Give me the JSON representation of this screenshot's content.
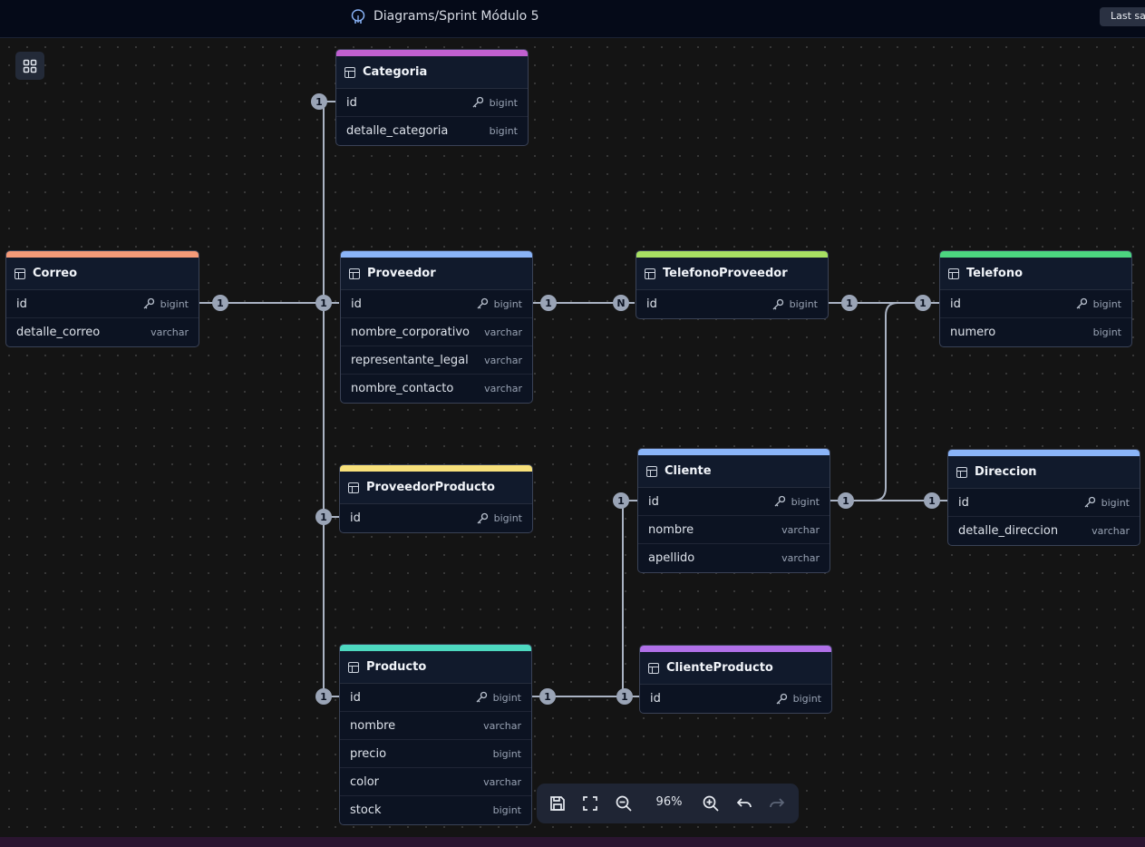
{
  "header": {
    "title": "Diagrams/Sprint Módulo 5",
    "last_saved": "Last saved"
  },
  "toolbar": {
    "zoom": "96%"
  },
  "tables": {
    "categoria": {
      "name": "Categoria",
      "color": "#c060d0",
      "fields": [
        {
          "name": "id",
          "type": "bigint",
          "key": true
        },
        {
          "name": "detalle_categoria",
          "type": "bigint",
          "key": false
        }
      ]
    },
    "correo": {
      "name": "Correo",
      "color": "#f49a78",
      "fields": [
        {
          "name": "id",
          "type": "bigint",
          "key": true
        },
        {
          "name": "detalle_correo",
          "type": "varchar",
          "key": false
        }
      ]
    },
    "proveedor": {
      "name": "Proveedor",
      "color": "#8ab4f8",
      "fields": [
        {
          "name": "id",
          "type": "bigint",
          "key": true
        },
        {
          "name": "nombre_corporativo",
          "type": "varchar",
          "key": false
        },
        {
          "name": "representante_legal",
          "type": "varchar",
          "key": false
        },
        {
          "name": "nombre_contacto",
          "type": "varchar",
          "key": false
        }
      ]
    },
    "telefonoproveedor": {
      "name": "TelefonoProveedor",
      "color": "#a8e063",
      "fields": [
        {
          "name": "id",
          "type": "bigint",
          "key": true
        }
      ]
    },
    "telefono": {
      "name": "Telefono",
      "color": "#4cd680",
      "fields": [
        {
          "name": "id",
          "type": "bigint",
          "key": true
        },
        {
          "name": "numero",
          "type": "bigint",
          "key": false
        }
      ]
    },
    "proveedorproducto": {
      "name": "ProveedorProducto",
      "color": "#f7e07a",
      "fields": [
        {
          "name": "id",
          "type": "bigint",
          "key": true
        }
      ]
    },
    "cliente": {
      "name": "Cliente",
      "color": "#8ab4f8",
      "fields": [
        {
          "name": "id",
          "type": "bigint",
          "key": true
        },
        {
          "name": "nombre",
          "type": "varchar",
          "key": false
        },
        {
          "name": "apellido",
          "type": "varchar",
          "key": false
        }
      ]
    },
    "direccion": {
      "name": "Direccion",
      "color": "#8ab4f8",
      "fields": [
        {
          "name": "id",
          "type": "bigint",
          "key": true
        },
        {
          "name": "detalle_direccion",
          "type": "varchar",
          "key": false
        }
      ]
    },
    "producto": {
      "name": "Producto",
      "color": "#4dd9c0",
      "fields": [
        {
          "name": "id",
          "type": "bigint",
          "key": true
        },
        {
          "name": "nombre",
          "type": "varchar",
          "key": false
        },
        {
          "name": "precio",
          "type": "bigint",
          "key": false
        },
        {
          "name": "color",
          "type": "varchar",
          "key": false
        },
        {
          "name": "stock",
          "type": "bigint",
          "key": false
        }
      ]
    },
    "clienteproducto": {
      "name": "ClienteProducto",
      "color": "#b070e8",
      "fields": [
        {
          "name": "id",
          "type": "bigint",
          "key": true
        }
      ]
    }
  },
  "relationships": [
    {
      "from": "categoria",
      "to": "proveedor",
      "from_card": "1",
      "to_card": "1"
    },
    {
      "from": "correo",
      "to": "proveedor",
      "from_card": "1",
      "to_card": "1"
    },
    {
      "from": "proveedor",
      "to": "telefonoproveedor",
      "from_card": "1",
      "to_card": "N"
    },
    {
      "from": "telefonoproveedor",
      "to": "telefono",
      "from_card": "1",
      "to_card": "1"
    },
    {
      "from": "proveedor",
      "to": "proveedorproducto",
      "from_card": "1",
      "to_card": "1"
    },
    {
      "from": "proveedor",
      "to": "producto",
      "from_card": "1",
      "to_card": "1"
    },
    {
      "from": "cliente",
      "to": "telefono",
      "from_card": "1",
      "to_card": "1"
    },
    {
      "from": "cliente",
      "to": "direccion",
      "from_card": "1",
      "to_card": "1"
    },
    {
      "from": "producto",
      "to": "clienteproducto",
      "from_card": "1",
      "to_card": "1"
    },
    {
      "from": "cliente",
      "to": "clienteproducto",
      "from_card": "1",
      "to_card": "1"
    }
  ]
}
